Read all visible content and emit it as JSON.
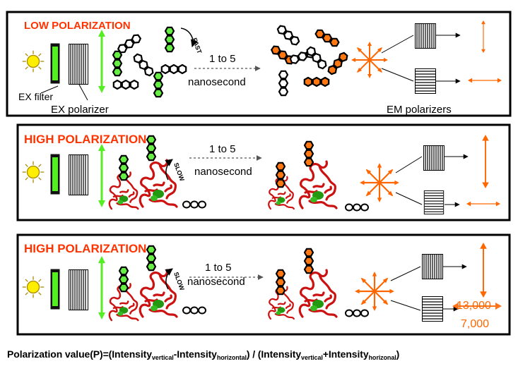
{
  "panels": [
    {
      "title": "LOW POLARIZATION",
      "rotation_label": "FAST",
      "time_value": "1 to 5",
      "time_unit": "nanosecond",
      "labels": {
        "ex_filter": "EX filter",
        "ex_polarizer": "EX polarizer",
        "em_polarizers": "EM polarizers"
      }
    },
    {
      "title": "HIGH POLARIZATION",
      "rotation_label": "SLOW",
      "time_value": "1 to 5",
      "time_unit": "nanosecond"
    },
    {
      "title": "HIGH POLARIZATION",
      "rotation_label": "SLOW",
      "time_value": "1 to 5",
      "time_unit": "nanosecond",
      "readouts": {
        "vertical": "13,000",
        "horizontal": "7,000"
      }
    }
  ],
  "formula": {
    "lhs": "Polarization value(P)=(Intensity",
    "sub_vertical": "vertical",
    "sub_horizontal_1": "horizontal",
    "sub_horizontal_2": "horizonal",
    "minus": "-Intensity",
    "middle": ") / (Intensity",
    "plus": "+Intensity",
    "end": ")"
  },
  "colors": {
    "title": "#ff3300",
    "orange": "#ff6600",
    "green_light": "#66ee44",
    "green_dark": "#228811",
    "protein": "#cc1111",
    "sun": "#ffee00"
  }
}
